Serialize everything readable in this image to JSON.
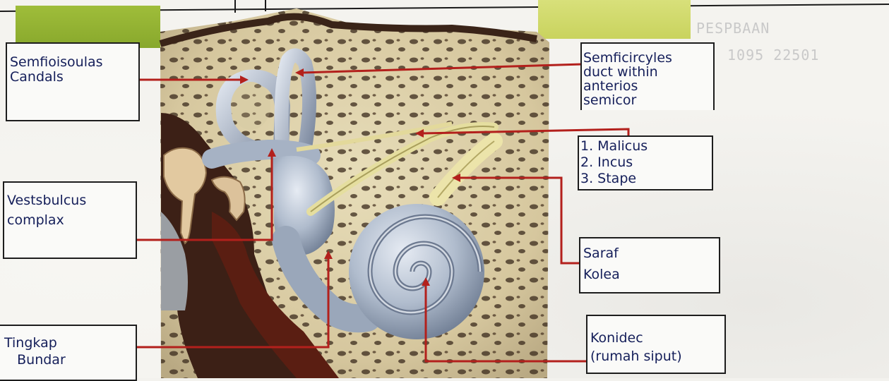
{
  "labels": {
    "semicircular_canals": "Semfioisoulas\nCandals",
    "semicircular_duct": "Semficircyles\nduct within\nanterios\nsemicor",
    "ossicles": "1. Malicus\n2. Incus\n3. Stape",
    "vestibule": "Vestsbulcus\ncomplax",
    "nerve": "Saraf\nKolea",
    "round_window": "Tingkap\n   Bundar",
    "cochlea": "Konidec\n(rumah siput)"
  },
  "background_text": {
    "line1": "PESPBAAN",
    "line2": "1095 22501"
  },
  "colors": {
    "ink": "#151f5a",
    "arrow": "#b3201c",
    "bone": "#d9cda6",
    "canal": "#a9b6c8",
    "highlight_green": "#9fbd3a",
    "highlight_yellow": "#d3db6c"
  }
}
